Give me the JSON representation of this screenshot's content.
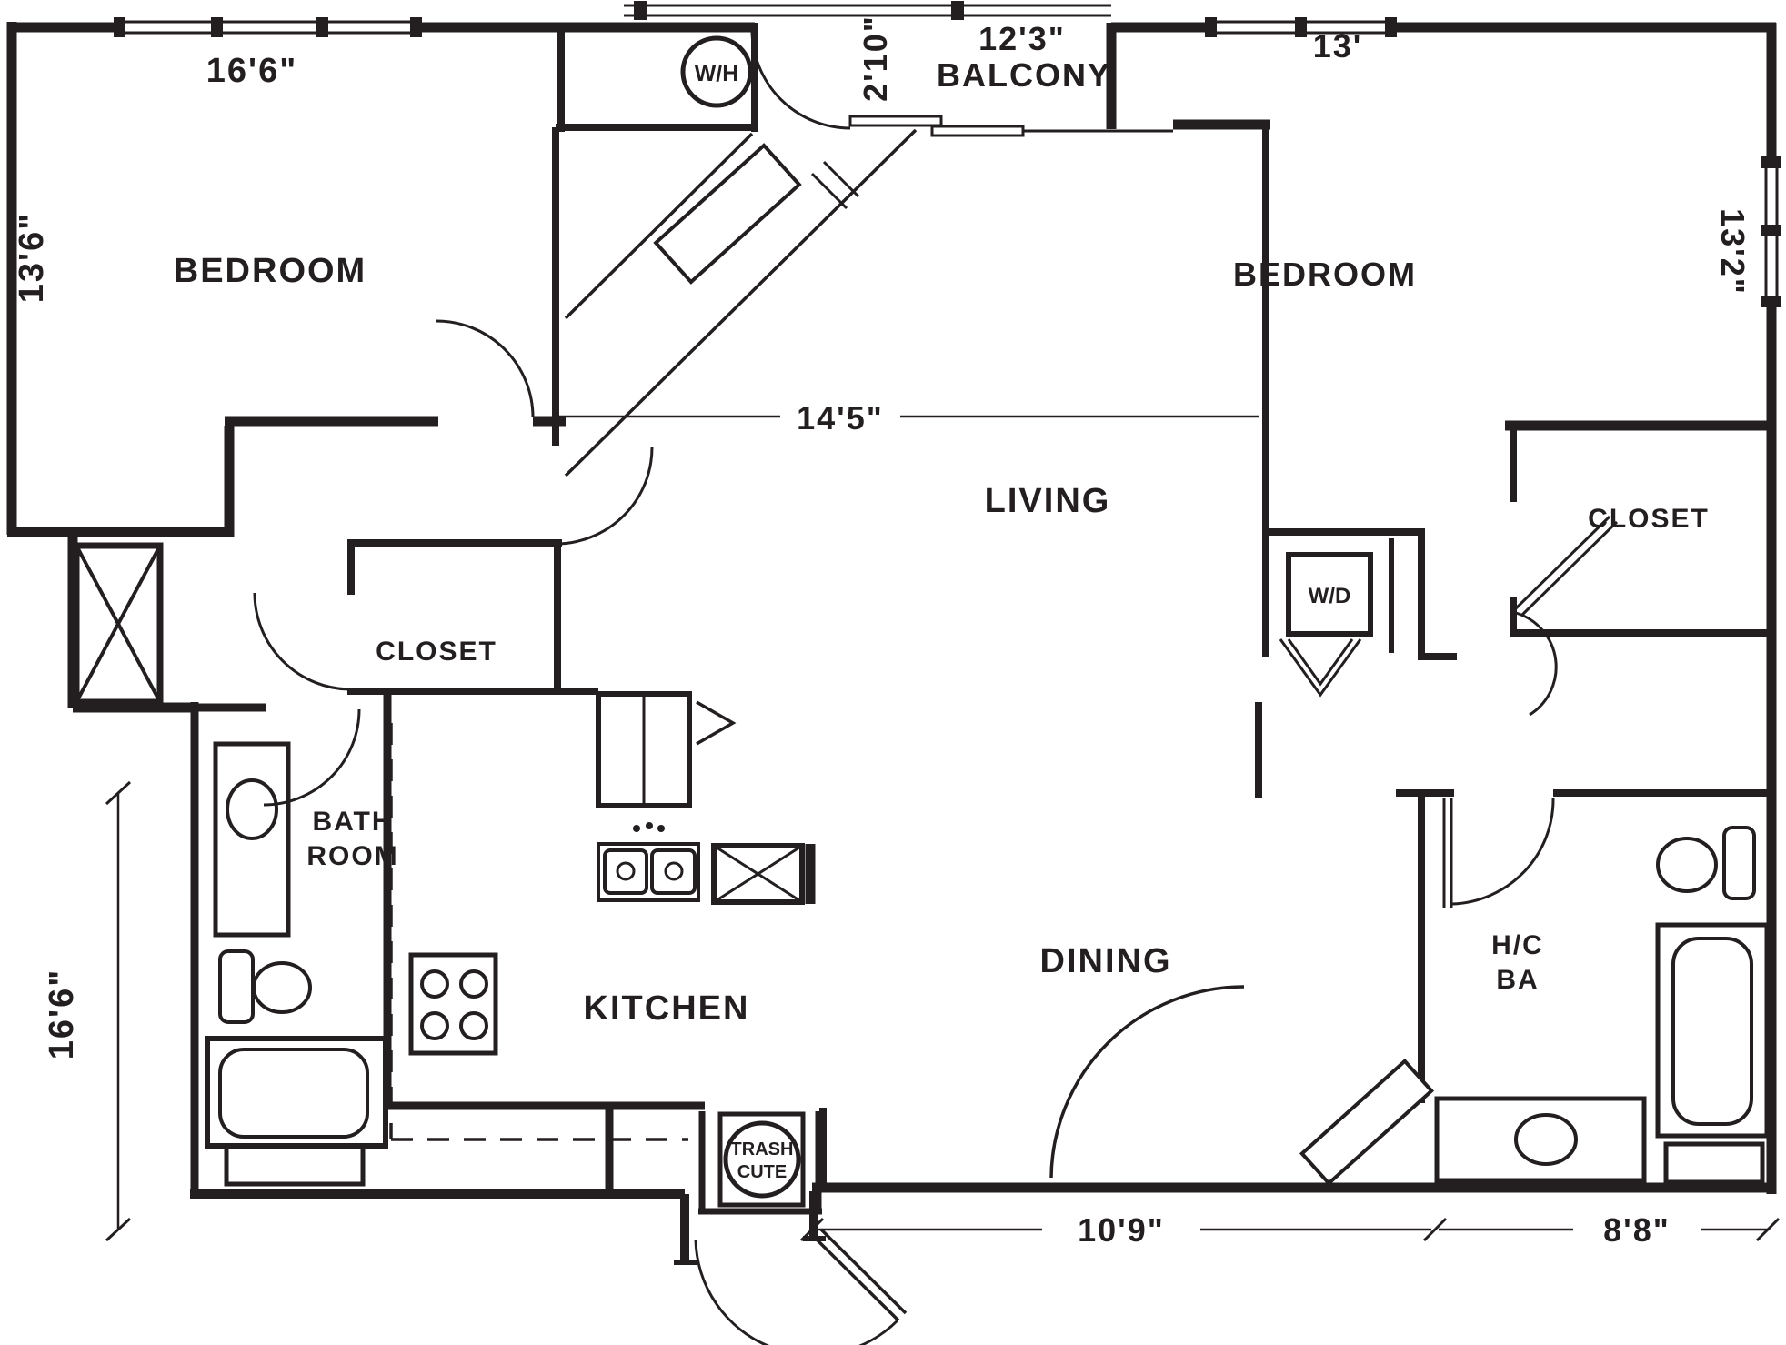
{
  "drawing": {
    "type": "apartment floor plan",
    "ink_color": "#231f20",
    "background": "#ffffff"
  },
  "rooms": {
    "bedroom_left": {
      "label": "BEDROOM"
    },
    "bedroom_right": {
      "label": "BEDROOM"
    },
    "living": {
      "label": "LIVING"
    },
    "dining": {
      "label": "DINING"
    },
    "kitchen": {
      "label": "KITCHEN"
    },
    "balcony": {
      "label": "BALCONY"
    },
    "bathroom": {
      "line1": "BATH",
      "line2": "ROOM"
    },
    "hc_bath": {
      "line1": "H/C",
      "line2": "BA"
    },
    "closet_left": {
      "label": "CLOSET"
    },
    "closet_right": {
      "label": "CLOSET"
    }
  },
  "fixtures": {
    "water_heater": {
      "label": "W/H"
    },
    "washer_dryer": {
      "label": "W/D"
    },
    "trash_chute": {
      "line1": "TRASH",
      "line2": "CUTE"
    }
  },
  "dimensions": {
    "bedroom_left_width": "16'6\"",
    "bedroom_left_depth": "13'6\"",
    "balcony_depth": "2'10\"",
    "balcony_width": "12'3\"",
    "bedroom_right_width": "13'",
    "bedroom_right_depth": "13'2\"",
    "living_width": "14'5\"",
    "left_section_height": "16'6\"",
    "dining_width": "10'9\"",
    "hc_bath_width": "8'8\""
  }
}
